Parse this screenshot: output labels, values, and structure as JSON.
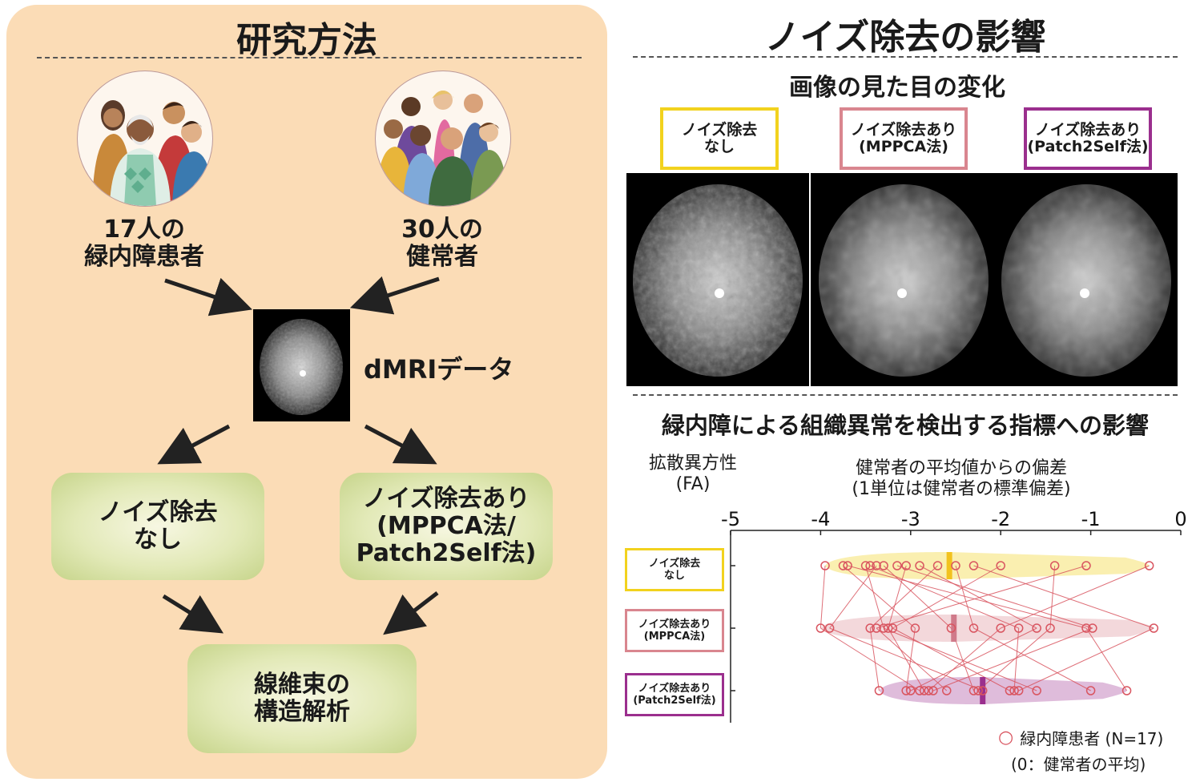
{
  "left": {
    "title": "研究方法",
    "group1": {
      "label": "17人の\n緑内障患者"
    },
    "group2": {
      "label": "30人の\n健常者"
    },
    "data_label": "dMRIデータ",
    "box_no_denoise": "ノイズ除去\nなし",
    "box_denoise": "ノイズ除去あり\n(MPPCA法/\nPatch2Self法)",
    "box_analysis": "線維束の\n構造解析"
  },
  "right": {
    "title": "ノイズ除去の影響",
    "visual_subtitle": "画像の見た目の変化",
    "tags": [
      {
        "text": "ノイズ除去\nなし",
        "color": "#f2d21e"
      },
      {
        "text": "ノイズ除去あり\n(MPPCA法)",
        "color": "#d9868f"
      },
      {
        "text": "ノイズ除去あり\n(Patch2Self法)",
        "color": "#9b2f8e"
      }
    ],
    "metric_subtitle": "緑内障による組織異常を検出する指標への影響",
    "fa_label": "拡散異方性\n(FA)",
    "axis_label": "健常者の平均値からの偏差\n(1単位は健常者の標準偏差)",
    "legend": {
      "symbol": "○",
      "text": "緑内障患者 (N=17)",
      "note": "(0：健常者の平均)"
    }
  },
  "chart_data": {
    "type": "scatter",
    "x_ticks": [
      "-5",
      "-4",
      "-3",
      "-2",
      "-1",
      "0"
    ],
    "xlim": [
      -5,
      0
    ],
    "categories": [
      "ノイズ除去\nなし",
      "ノイズ除去あり\n(MPPCA法)",
      "ノイズ除去あり\n(Patch2Self法)"
    ],
    "category_colors": [
      "#f2d21e",
      "#d9868f",
      "#9b2f8e"
    ],
    "point_color": "#d95560",
    "series": [
      {
        "values": [
          -3.95,
          -3.75,
          -3.7,
          -3.5,
          -3.45,
          -3.38,
          -3.3,
          -3.15,
          -3.05,
          -2.9,
          -2.7,
          -2.5,
          -2.3,
          -2.0,
          -1.4,
          -1.05,
          -0.35
        ]
      },
      {
        "values": [
          -4.0,
          -3.9,
          -3.45,
          -3.38,
          -3.3,
          -3.25,
          -3.2,
          -2.95,
          -2.55,
          -2.3,
          -2.0,
          -1.8,
          -1.6,
          -1.45,
          -1.05,
          -0.98,
          -0.3
        ]
      },
      {
        "values": [
          -3.35,
          -3.05,
          -3.0,
          -2.9,
          -2.85,
          -2.8,
          -2.75,
          -2.6,
          -2.3,
          -2.25,
          -2.2,
          -1.9,
          -1.85,
          -1.8,
          -1.6,
          -1.0,
          -0.6
        ]
      }
    ],
    "medians": [
      -2.57,
      -2.52,
      -2.2
    ]
  }
}
